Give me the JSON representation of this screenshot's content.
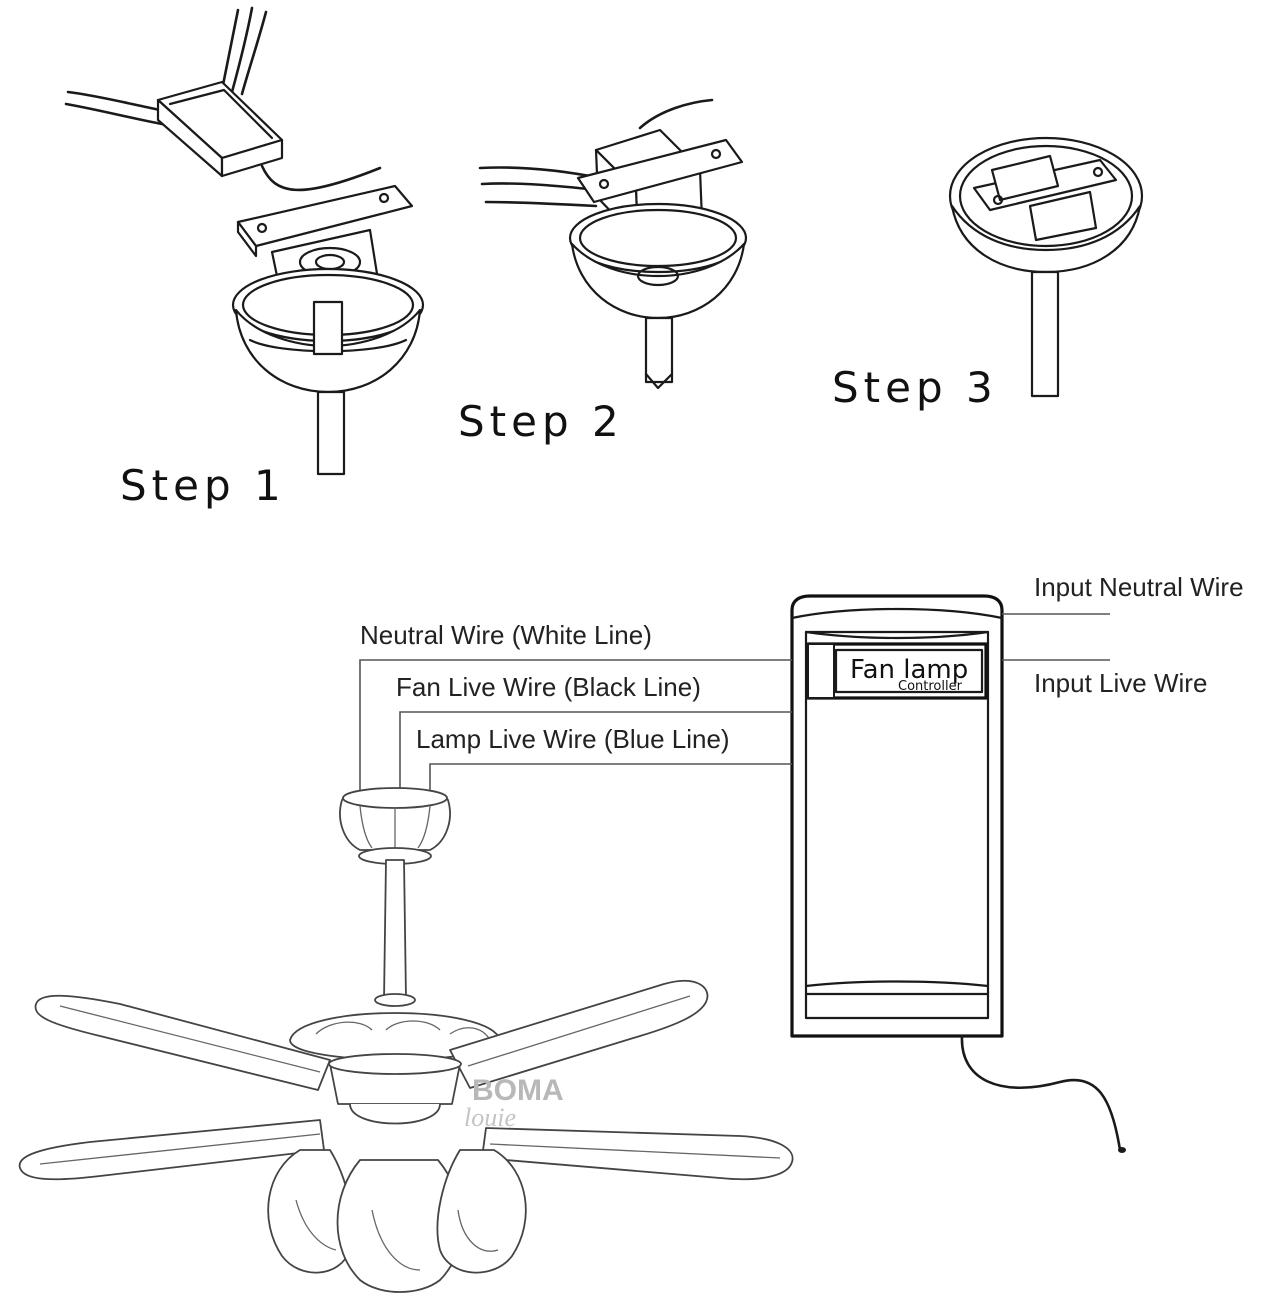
{
  "steps": {
    "step1": "Step 1",
    "step2": "Step 2",
    "step3": "Step 3"
  },
  "wiring": {
    "neutral_wire": "Neutral Wire (White Line)",
    "fan_live_wire": "Fan Live Wire (Black Line)",
    "lamp_live_wire": "Lamp Live Wire (Blue Line)",
    "input_neutral_wire": "Input Neutral Wire",
    "input_live_wire": "Input Live Wire"
  },
  "controller": {
    "label": "Fan lamp",
    "sublabel": "Controller"
  },
  "watermark": {
    "brand": "BOMA",
    "sub": "louie"
  },
  "colors": {
    "ink": "#1a1a1a",
    "leader": "#555555",
    "watermark": "#b8b8b8"
  }
}
